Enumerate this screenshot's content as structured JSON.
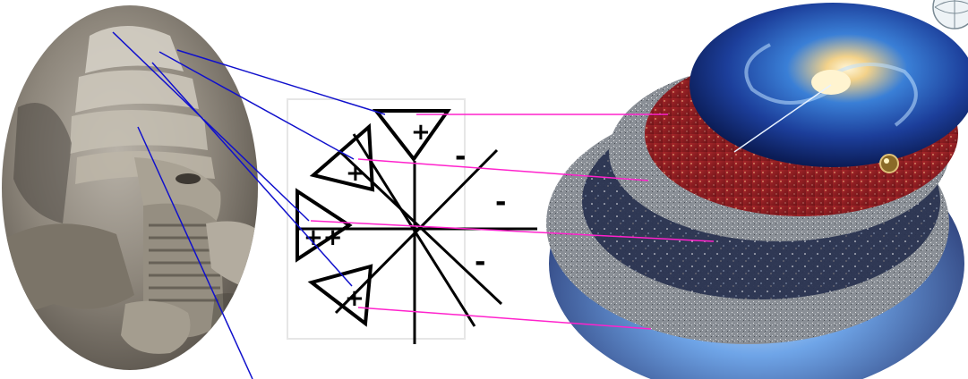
{
  "symbol": {
    "plus_signs": [
      "+",
      "+",
      "++",
      "+"
    ],
    "minus_signs": [
      "-",
      "-",
      "-"
    ]
  },
  "colors": {
    "connector_blue": "#1010cc",
    "connector_magenta": "#ff22cc",
    "symbol_black": "#000000"
  },
  "icons": [
    "relief-portrait",
    "cosmic-disc-stack",
    "star-symbol",
    "corner-globe-icon"
  ]
}
